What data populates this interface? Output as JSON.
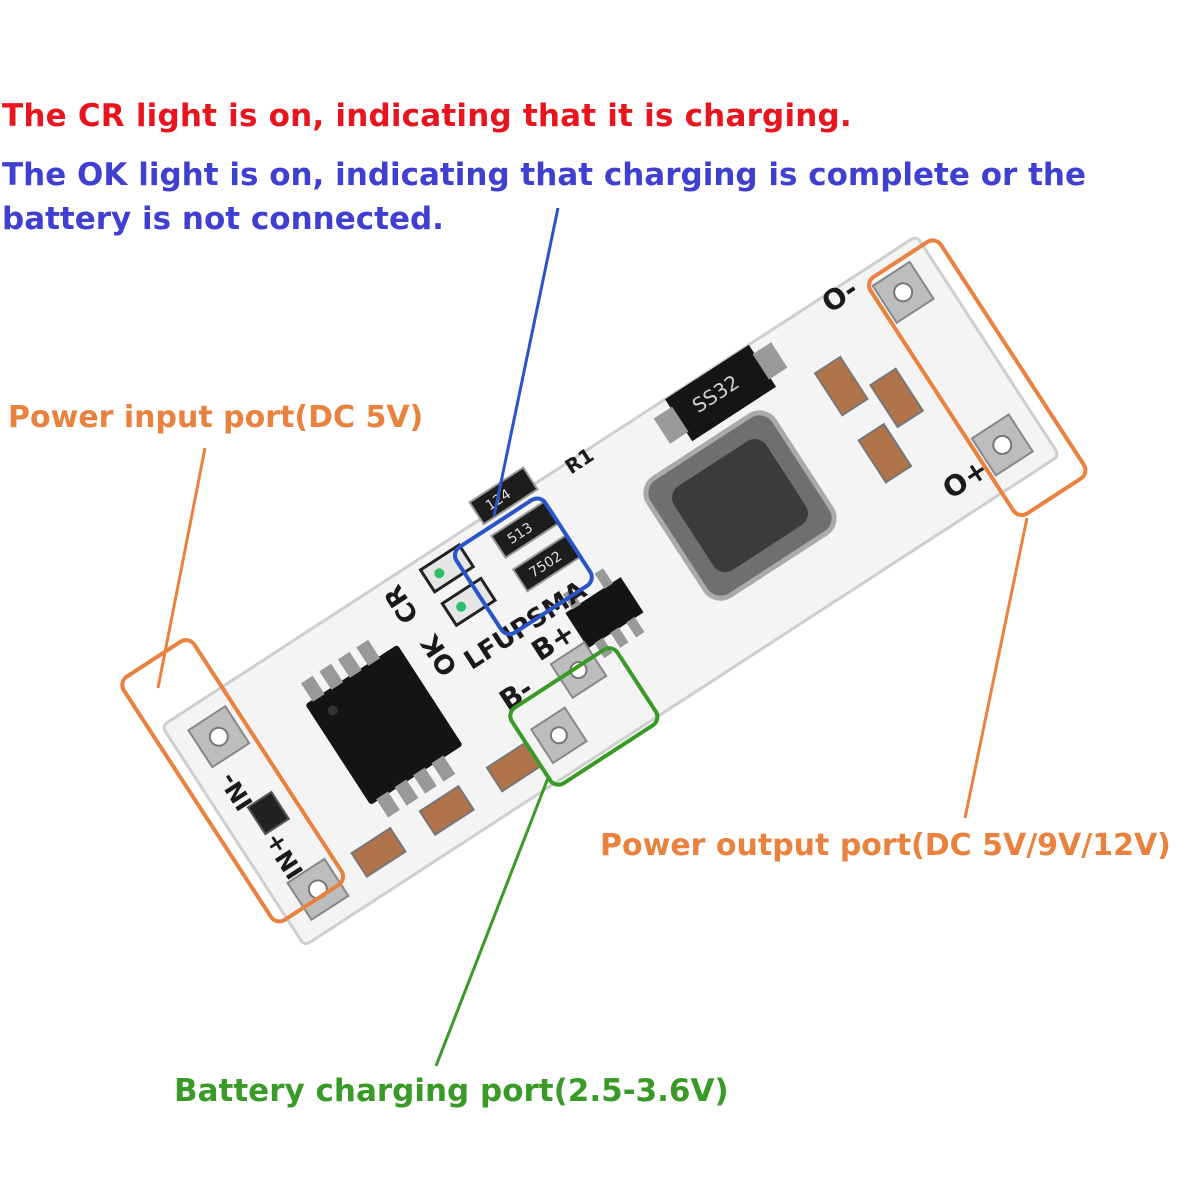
{
  "notes": {
    "cr": "The CR light is on, indicating that it is charging.",
    "ok": "The OK light is on, indicating that charging is complete or the battery is not connected."
  },
  "ports": {
    "input": "Power input port(DC 5V)",
    "output": "Power output port(DC 5V/9V/12V)",
    "battery": "Battery charging port(2.5-3.6V)"
  },
  "board_text": {
    "model": "LFUPSMA",
    "cr": "CR",
    "ok": "OK",
    "r1": "R1",
    "in_minus": "IN-",
    "in_plus": "IN+",
    "o_minus": "O-",
    "o_plus": "O+",
    "b_minus": "B-",
    "b_plus": "B+",
    "diode_code": "SS32",
    "res1": "124",
    "res2": "513",
    "res3": "7502"
  },
  "colors": {
    "cr_note": "#e8141e",
    "ok_note": "#3f3fd0",
    "input": "#e8823e",
    "output": "#e8823e",
    "battery": "#3a9a28",
    "led_box": "#2a54c8"
  }
}
